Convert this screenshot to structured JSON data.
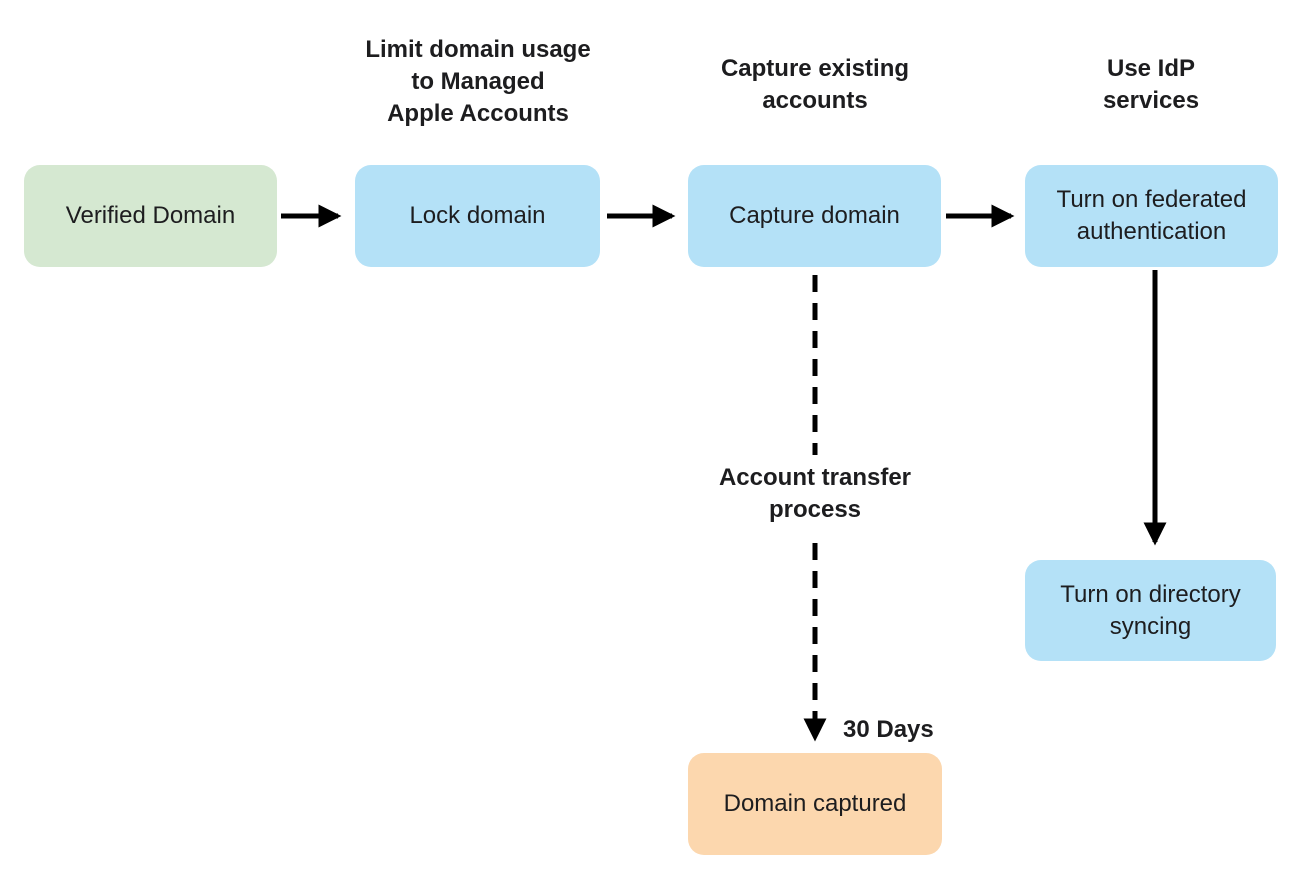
{
  "diagram": {
    "type": "flowchart",
    "background": "#ffffff",
    "colors": {
      "green": "#d5e8d1",
      "blue": "#b4e1f7",
      "orange": "#fcd7ae",
      "text": "#1d1d1f",
      "arrow": "#000000"
    },
    "nodes": {
      "verified_domain": {
        "label": "Verified Domain",
        "fill": "green"
      },
      "lock_domain": {
        "label": "Lock domain",
        "fill": "blue"
      },
      "capture_domain": {
        "label": "Capture domain",
        "fill": "blue"
      },
      "federated_auth": {
        "label": "Turn on federated\nauthentication",
        "fill": "blue"
      },
      "directory_syncing": {
        "label": "Turn on directory\nsyncing",
        "fill": "blue"
      },
      "domain_captured": {
        "label": "Domain captured",
        "fill": "orange"
      }
    },
    "annotations": {
      "lock_domain_note": "Limit domain usage\nto Managed\nApple Accounts",
      "capture_domain_note": "Capture existing\naccounts",
      "federated_auth_note": "Use IdP\nservices",
      "transfer_note": "Account transfer\nprocess",
      "duration_note": "30 Days"
    },
    "edges": [
      {
        "from": "verified_domain",
        "to": "lock_domain",
        "style": "solid"
      },
      {
        "from": "lock_domain",
        "to": "capture_domain",
        "style": "solid"
      },
      {
        "from": "capture_domain",
        "to": "federated_auth",
        "style": "solid"
      },
      {
        "from": "federated_auth",
        "to": "directory_syncing",
        "style": "solid"
      },
      {
        "from": "capture_domain",
        "to": "domain_captured",
        "style": "dashed",
        "label": "Account transfer process",
        "duration": "30 Days"
      }
    ]
  }
}
